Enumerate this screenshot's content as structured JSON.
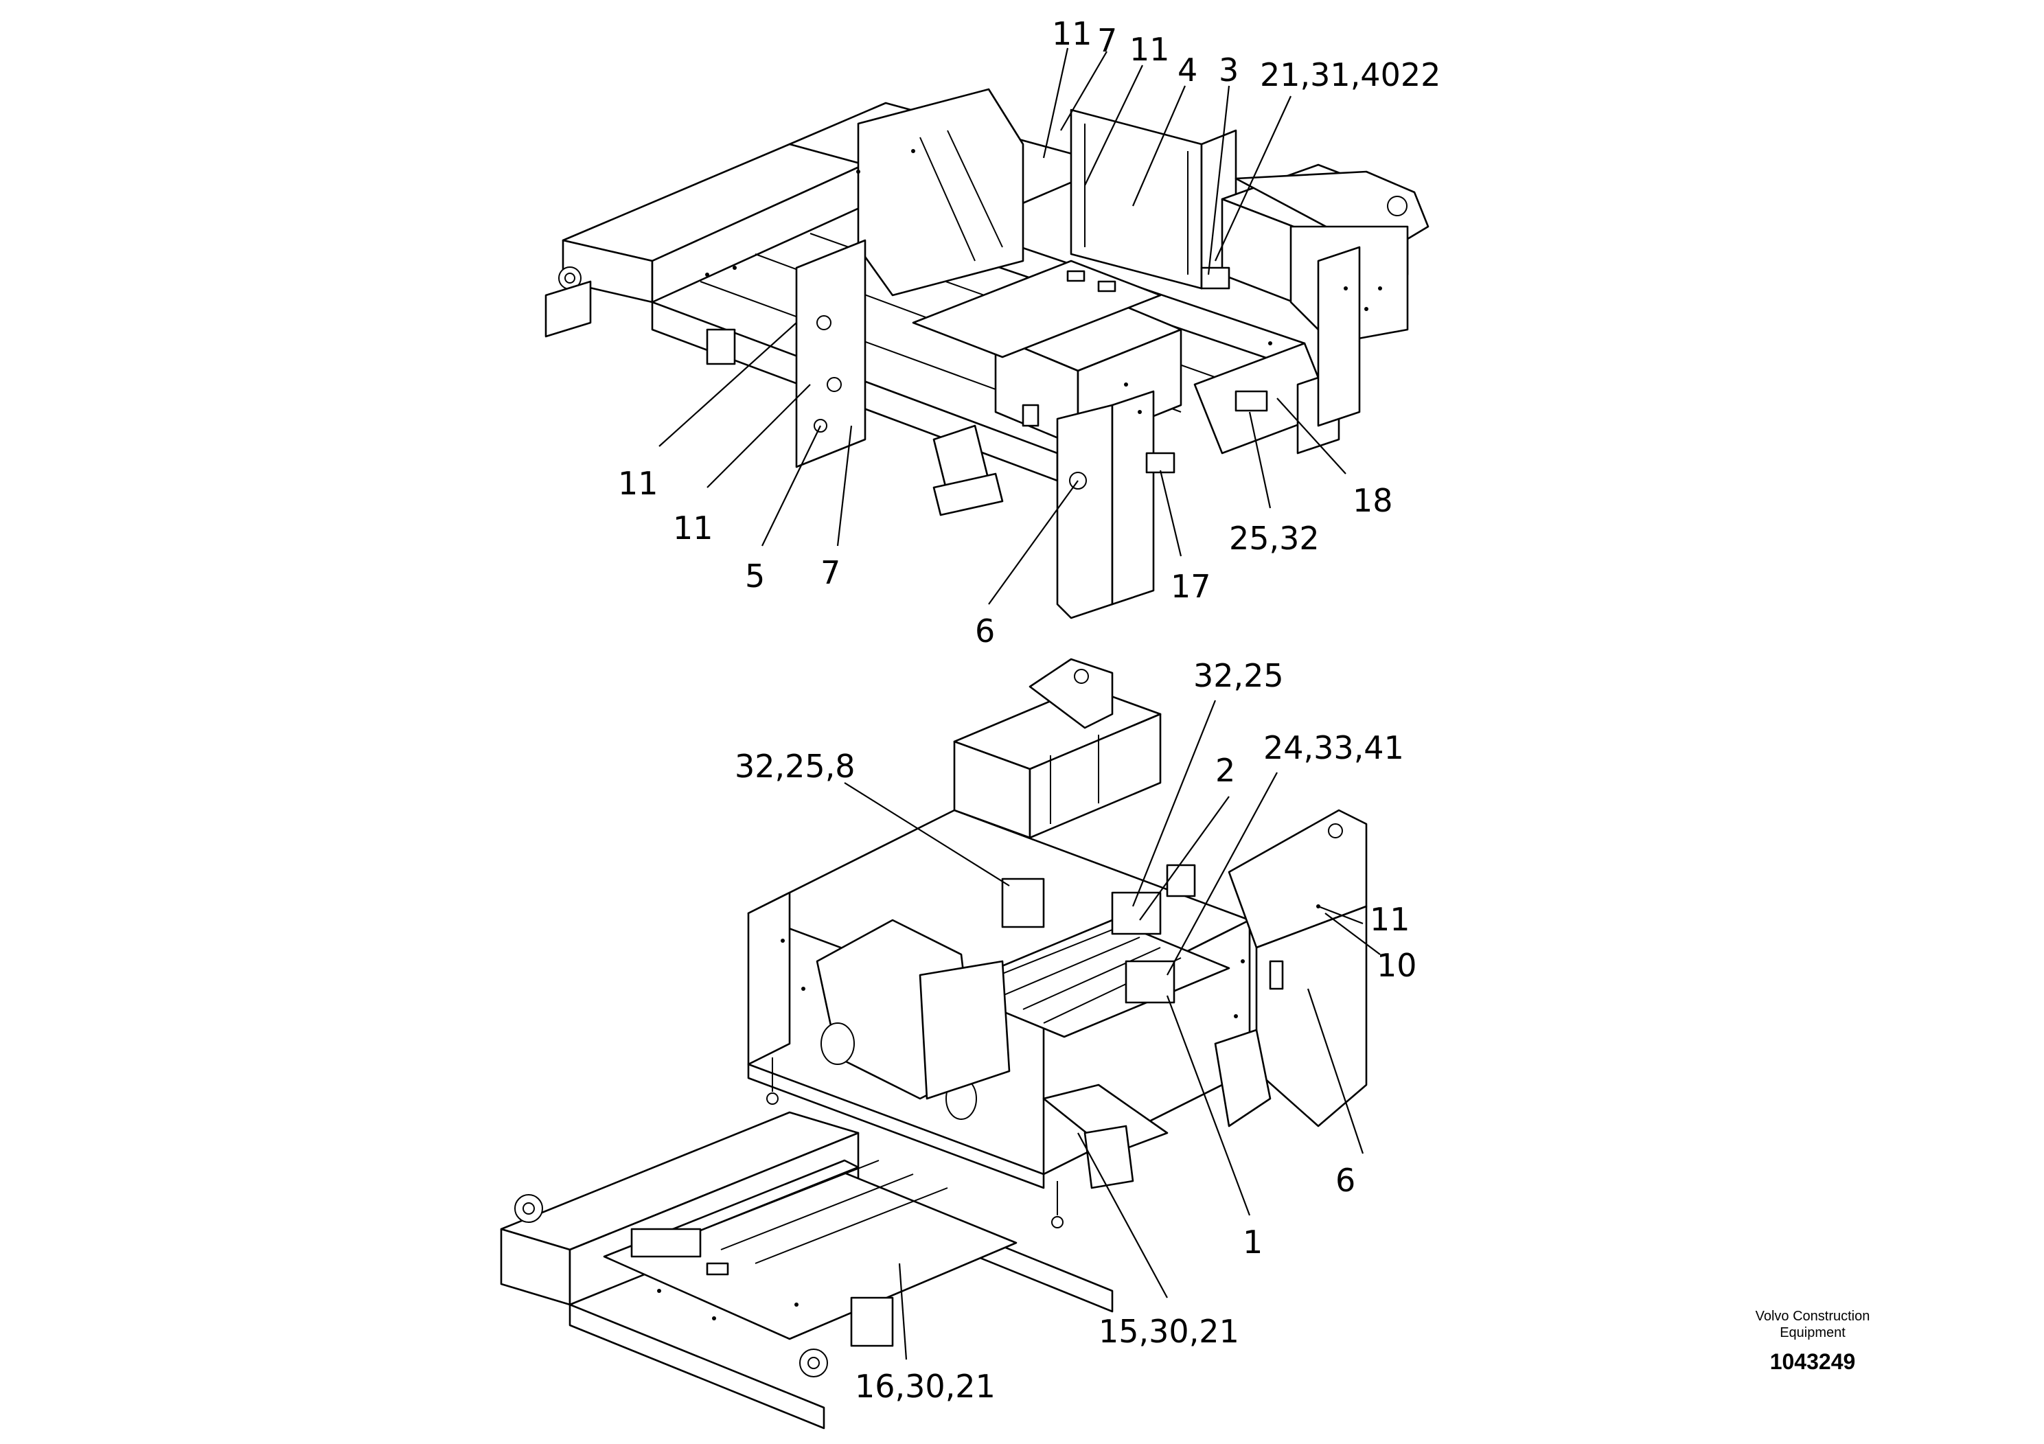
{
  "callouts_top": [
    "11",
    "7",
    "11",
    "4",
    "3",
    "21,31,4022",
    "11",
    "11",
    "5",
    "7",
    "6",
    "17",
    "25,32",
    "18"
  ],
  "callouts_bottom": [
    "32,25",
    "32,25,8",
    "24,33,41",
    "2",
    "11",
    "10",
    "6",
    "1",
    "15,30,21",
    "16,30,21"
  ],
  "footer": {
    "brand_line1": "Volvo Construction",
    "brand_line2": "Equipment",
    "doc_number": "1043249"
  }
}
